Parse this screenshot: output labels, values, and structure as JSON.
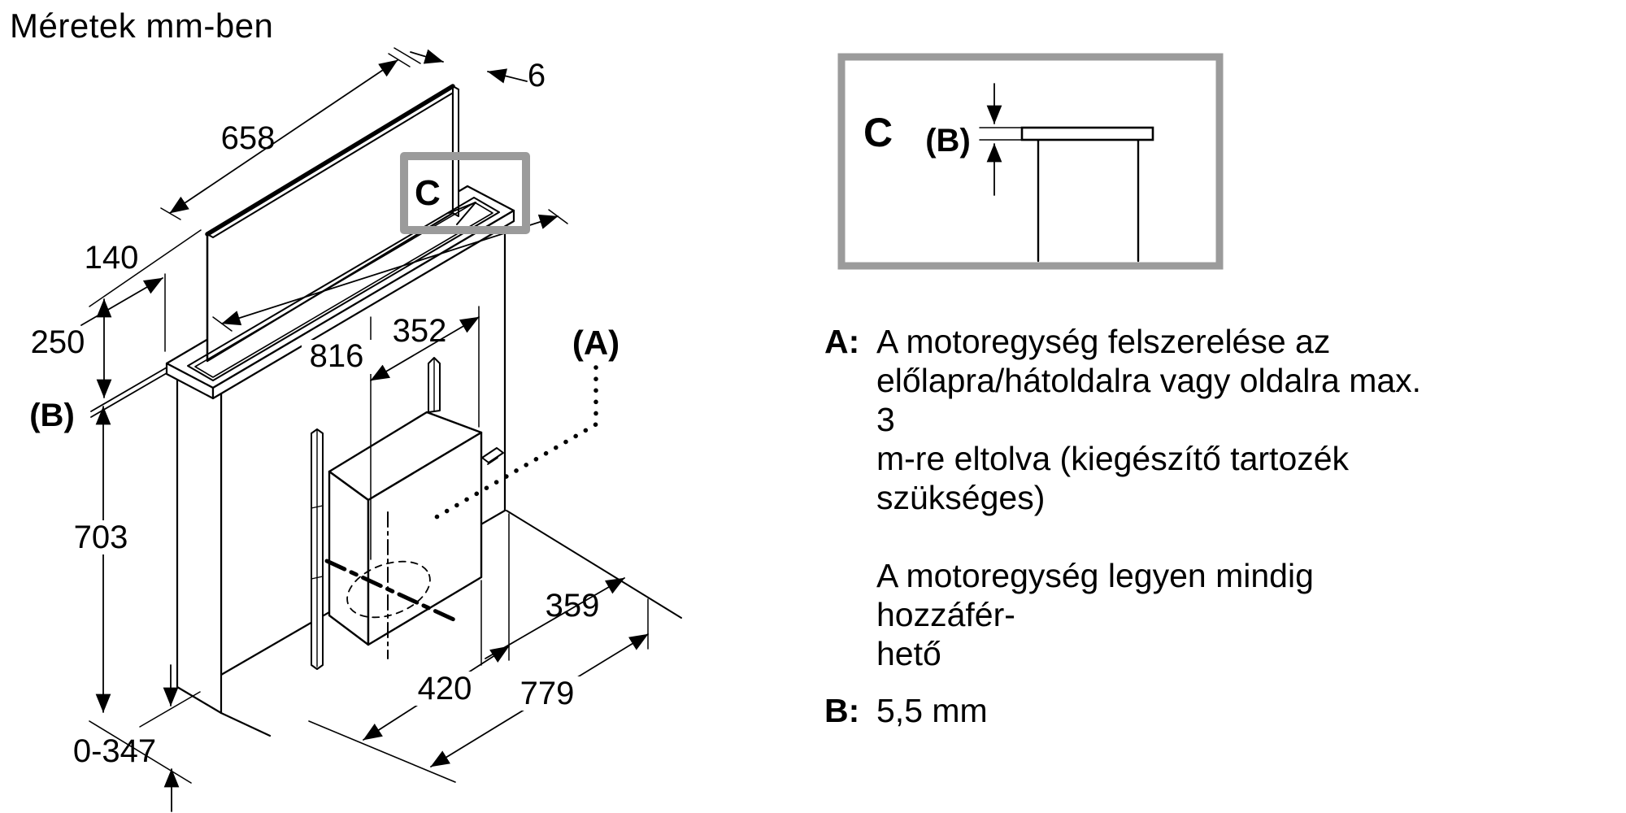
{
  "title": "Méretek mm-ben",
  "diagram": {
    "dims": {
      "panel_length": "658",
      "panel_thickness": "6",
      "depth_offset": "140",
      "height_upper": "250",
      "gap_b": "(B)",
      "height_lower": "703",
      "plinth_range": "0-347",
      "cutout_length": "816",
      "motor_width": "352",
      "motor_leader": "(A)",
      "detail_marker": "C",
      "depth_rear": "359",
      "depth_mid": "420",
      "depth_total": "779"
    }
  },
  "detail_box": {
    "label": "C",
    "dim_label": "(B)"
  },
  "notes": {
    "a_key": "A:",
    "a_lines": [
      "A motoregység felszerelése az",
      "előlapra/hátoldalra vagy oldalra max. 3",
      "m-re eltolva (kiegészítő tartozék",
      "szükséges)"
    ],
    "a_extra_lines": [
      "A motoregység legyen mindig hozzáfér-",
      "hető"
    ],
    "b_key": "B:",
    "b_value": "5,5 mm"
  },
  "colors": {
    "line": "#000000",
    "detail_frame": "#9b9b9b",
    "background": "#ffffff"
  }
}
